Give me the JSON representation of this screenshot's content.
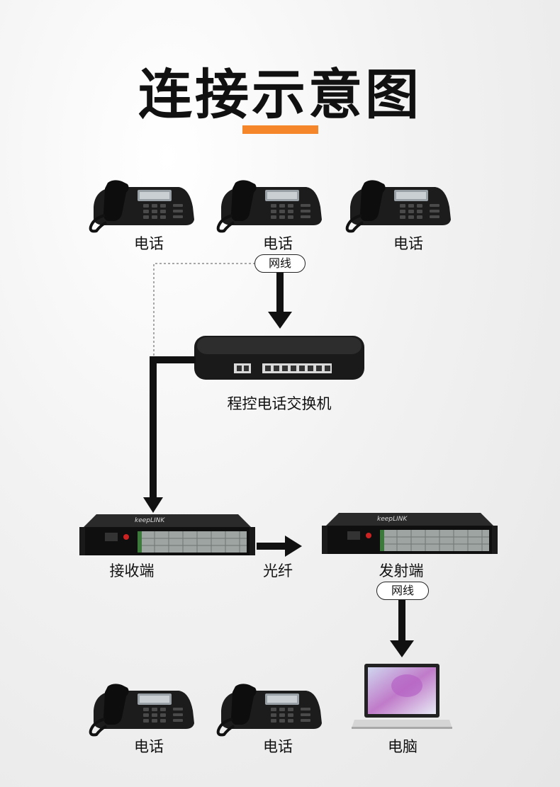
{
  "title": "连接示意图",
  "colors": {
    "accent": "#f5862a",
    "arrow": "#111111"
  },
  "nodes": {
    "phone_top_1": "电话",
    "phone_top_2": "电话",
    "phone_top_3": "电话",
    "switch": "程控电话交换机",
    "receiver": "接收端",
    "fiber": "光纤",
    "transmitter": "发射端",
    "phone_bottom_1": "电话",
    "phone_bottom_2": "电话",
    "computer": "电脑"
  },
  "tags": {
    "top_cable": "网线",
    "bottom_cable": "网线"
  },
  "brand": "keepLINK"
}
